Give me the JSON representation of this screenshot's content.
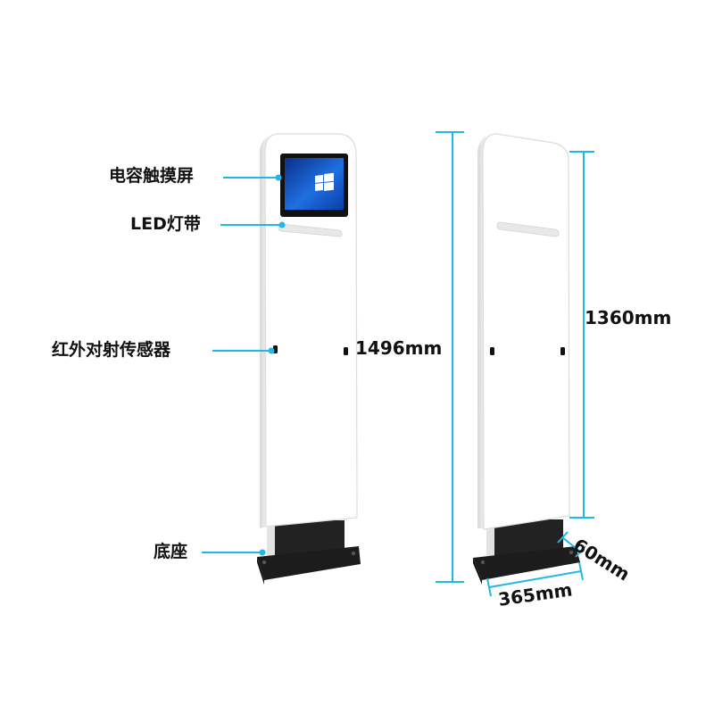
{
  "callouts": {
    "touchscreen": "电容触摸屏",
    "led_strip": "LED灯带",
    "ir_sensor": "红外对射传感器",
    "base": "底座"
  },
  "dimensions": {
    "total_height": "1496mm",
    "panel_height": "1360mm",
    "depth": "60mm",
    "width": "365mm"
  },
  "colors": {
    "accent": "#22b6e8",
    "panel": "#ffffff",
    "panel_edge": "#d6d6d6",
    "screen_frame": "#111111",
    "screen_bg": "#1e63d6",
    "base": "#1c1c1c",
    "led": "#e6e6e6"
  },
  "icons": {
    "screen_logo": "windows-logo-icon"
  }
}
